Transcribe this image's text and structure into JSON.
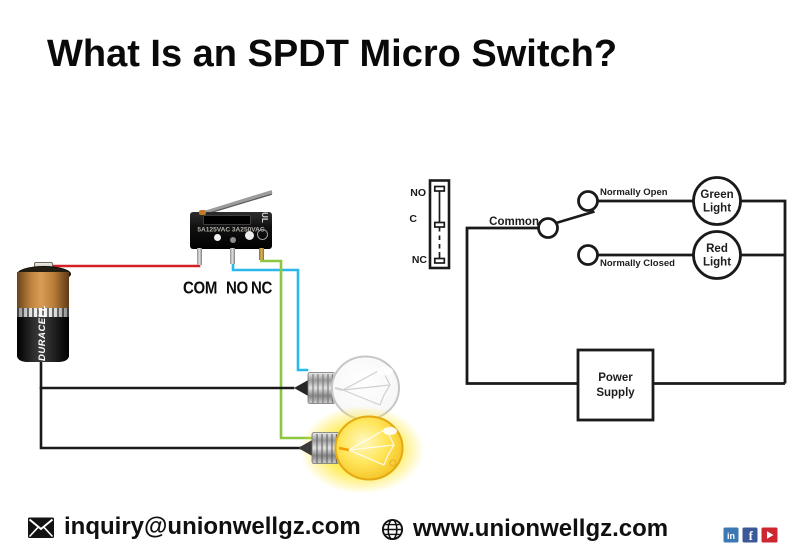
{
  "title": "What Is an SPDT Micro Switch?",
  "illustration": {
    "battery_brand": "DURACELL",
    "switch_rating": "5A125VAC 3A250VAC",
    "switch_ul_mark": "UL",
    "terminals": [
      "COM",
      "NO",
      "NC"
    ]
  },
  "schematic": {
    "legend_labels": [
      "NO",
      "C",
      "NC"
    ],
    "common_label": "Common",
    "normally_open_label": "Normally Open",
    "normally_closed_label": "Normally Closed",
    "green_light_label": [
      "Green",
      "Light"
    ],
    "red_light_label": [
      "Red",
      "Light"
    ],
    "power_supply_label": [
      "Power",
      "Supply"
    ]
  },
  "footer": {
    "email": "inquiry@unionwellgz.com",
    "website": "www.unionwellgz.com",
    "social": [
      {
        "name": "linkedin",
        "glyph": "in",
        "color": "#3c78b4"
      },
      {
        "name": "facebook",
        "glyph": "f",
        "color": "#3b5998"
      },
      {
        "name": "youtube",
        "color": "#ce2630"
      }
    ]
  },
  "colors": {
    "wire_com": "#d42127",
    "wire_no": "#29b8ea",
    "wire_nc": "#8dc63f",
    "wire_battery": "#1a1a1a",
    "schematic_stroke": "#1a1a1a",
    "glow_yellow": "#ffe93c"
  }
}
